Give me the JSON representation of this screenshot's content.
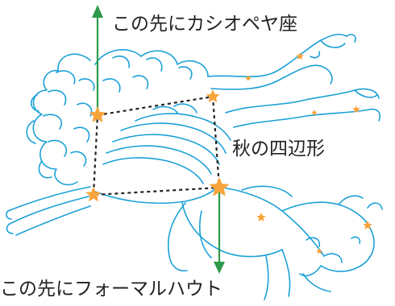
{
  "labels": {
    "cassiopeia_direction": "この先にカシオペヤ座",
    "autumn_square": "秋の四辺形",
    "fomalhaut_direction": "この先にフォーマルハウト"
  },
  "colors": {
    "outline": "#1ba1d6",
    "star": "#f7a43c",
    "arrow": "#2e9a4a",
    "square_line": "#222222",
    "text": "#222222",
    "background": "#ffffff"
  },
  "icons": {
    "star": "star-icon",
    "arrow_up": "arrow-up-icon",
    "arrow_down": "arrow-down-icon"
  }
}
